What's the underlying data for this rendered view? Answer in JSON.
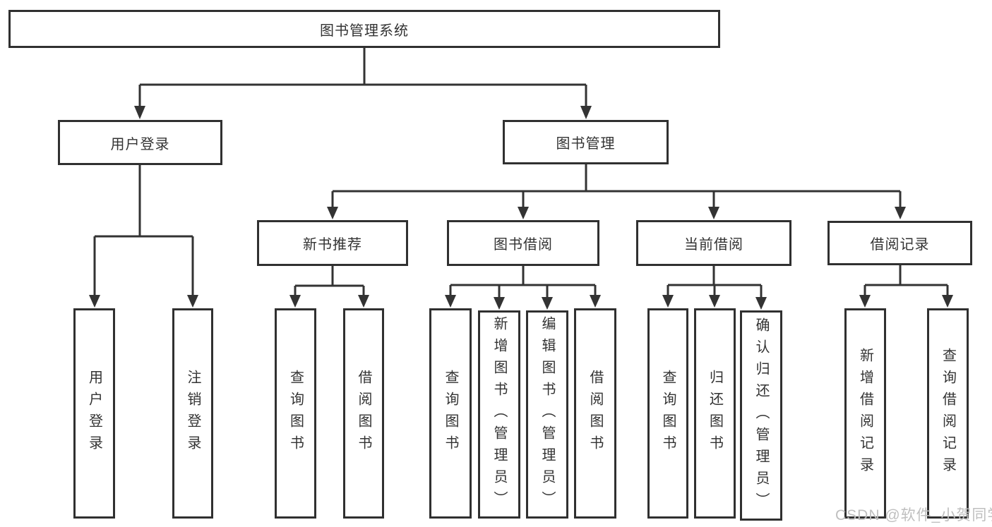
{
  "diagram": {
    "root_label": "图书管理系统",
    "level2": {
      "user_login": "用户登录",
      "book_management": "图书管理"
    },
    "level3": {
      "new_book_recommend": "新书推荐",
      "book_borrowing": "图书借阅",
      "current_borrowing": "当前借阅",
      "borrowing_records": "借阅记录"
    },
    "leaves": {
      "user_login": [
        "用户登录",
        "注销登录"
      ],
      "new_book_recommend": [
        "查询图书",
        "借阅图书"
      ],
      "book_borrowing": [
        "查询图书",
        "新增图书（管理员）",
        "编辑图书（管理员）",
        "借阅图书"
      ],
      "current_borrowing": [
        "查询图书",
        "归还图书",
        "确认归还（管理员）"
      ],
      "borrowing_records": [
        "新增借阅记录",
        "查询借阅记录"
      ]
    }
  },
  "watermark": {
    "text": "CSDN @软件_小贺同学",
    "color": "#bfbfbf"
  },
  "colors": {
    "line": "#333333",
    "border": "#303030",
    "text": "#333333",
    "background": "#ffffff"
  }
}
